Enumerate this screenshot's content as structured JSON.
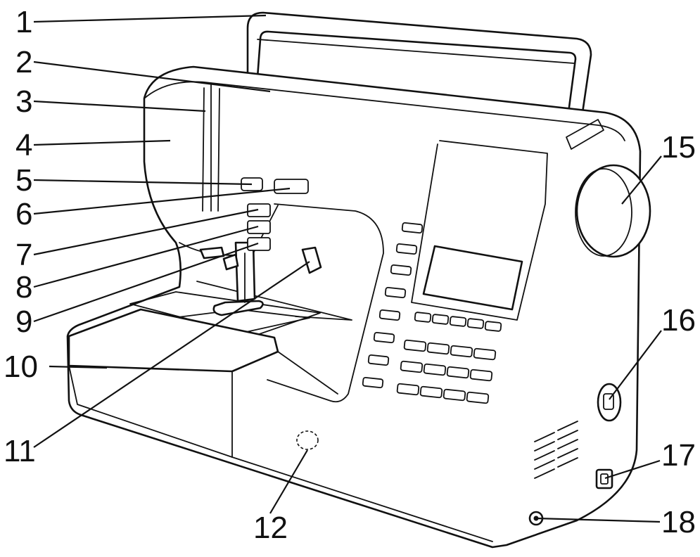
{
  "diagram": {
    "labels": [
      "1",
      "2",
      "3",
      "4",
      "5",
      "6",
      "7",
      "8",
      "9",
      "10",
      "11",
      "12",
      "15",
      "16",
      "17",
      "18"
    ]
  }
}
